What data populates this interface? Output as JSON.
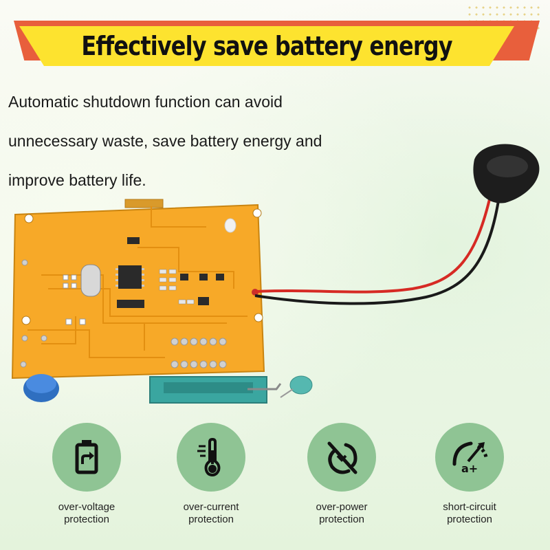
{
  "banner": {
    "title": "Effectively save battery energy"
  },
  "description": {
    "lines": [
      "Automatic shutdown function can avoid",
      "unnecessary waste, save battery energy and",
      "improve battery life."
    ]
  },
  "features": [
    {
      "icon": "battery-charge-icon",
      "line1": "over-voltage",
      "line2": "protection"
    },
    {
      "icon": "thermometer-icon",
      "line1": "over-current",
      "line2": "protection"
    },
    {
      "icon": "power-off-icon",
      "line1": "over-power",
      "line2": "protection"
    },
    {
      "icon": "gauge-icon",
      "line1": "short-circuit",
      "line2": "protection"
    }
  ],
  "colors": {
    "banner_yellow": "#fde32f",
    "banner_red": "#e85f3c",
    "pcb_orange": "#f5a623",
    "icon_circle": "#8fc494"
  }
}
